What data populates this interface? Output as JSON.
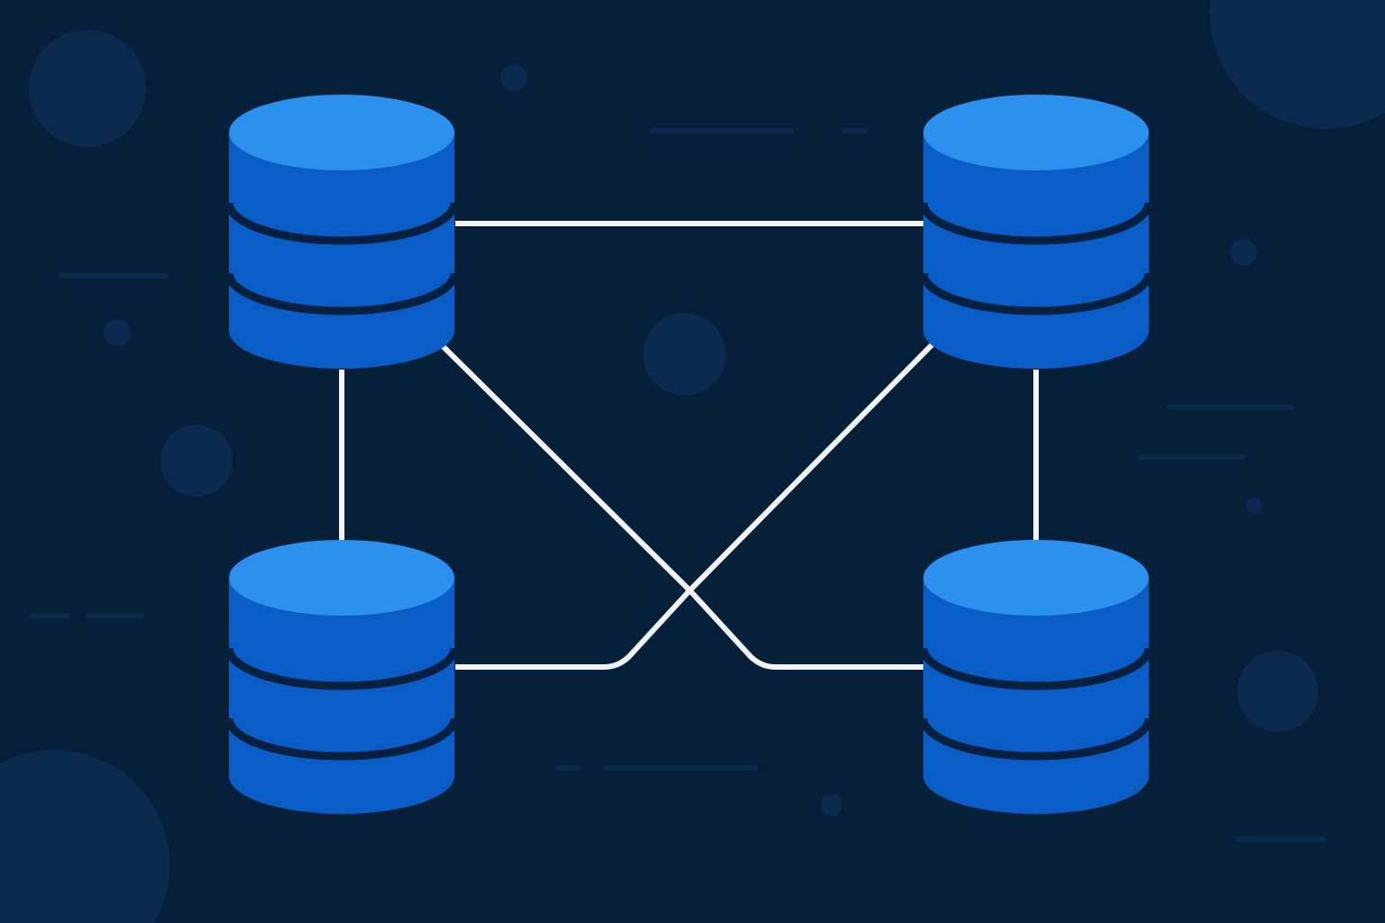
{
  "diagram": {
    "nodes": [
      {
        "id": "db-top-left",
        "icon": "database-icon"
      },
      {
        "id": "db-top-right",
        "icon": "database-icon"
      },
      {
        "id": "db-bottom-left",
        "icon": "database-icon"
      },
      {
        "id": "db-bottom-right",
        "icon": "database-icon"
      }
    ],
    "edges": [
      {
        "from": "db-top-left",
        "to": "db-top-right"
      },
      {
        "from": "db-top-left",
        "to": "db-bottom-left"
      },
      {
        "from": "db-top-right",
        "to": "db-bottom-right"
      },
      {
        "from": "db-top-left",
        "to": "db-bottom-right"
      },
      {
        "from": "db-top-right",
        "to": "db-bottom-left"
      }
    ]
  },
  "colors": {
    "background": "#06203a",
    "decoration": "#0c2a4f",
    "cylinder_top": "#2c90ef",
    "cylinder_body": "#0a5cc6",
    "cylinder_separator": "#062040",
    "connector": "#f2f4f7"
  }
}
